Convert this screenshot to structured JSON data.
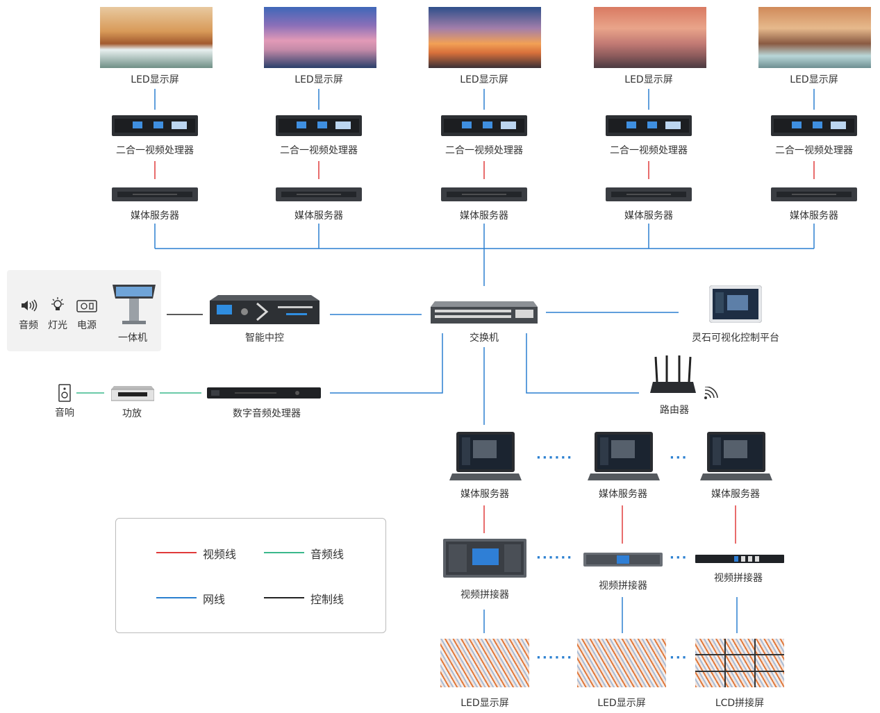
{
  "top_row": {
    "led_label": "LED显示屏",
    "processor_label": "二合一视频处理器",
    "server_label": "媒体服务器"
  },
  "control_panel": {
    "audio": "音频",
    "light": "灯光",
    "power": "电源",
    "kiosk": "一体机"
  },
  "center": {
    "central_control": "智能中控",
    "switch": "交换机",
    "platform": "灵石可视化控制平台",
    "router": "路由器"
  },
  "audio_chain": {
    "speaker": "音响",
    "amplifier": "功放",
    "dsp": "数字音频处理器"
  },
  "bottom": {
    "laptop_label": "媒体服务器",
    "splicer_label": "视频拼接器",
    "led_label": "LED显示屏",
    "lcd_label": "LCD拼接屏",
    "dots_long": "······",
    "dots_short": "···"
  },
  "legend": {
    "video": "视频线",
    "audio": "音频线",
    "network": "网线",
    "control": "控制线"
  },
  "colors": {
    "video": "#e03a3a",
    "audio": "#3ab88c",
    "network": "#2a7fd0",
    "control": "#222222"
  }
}
